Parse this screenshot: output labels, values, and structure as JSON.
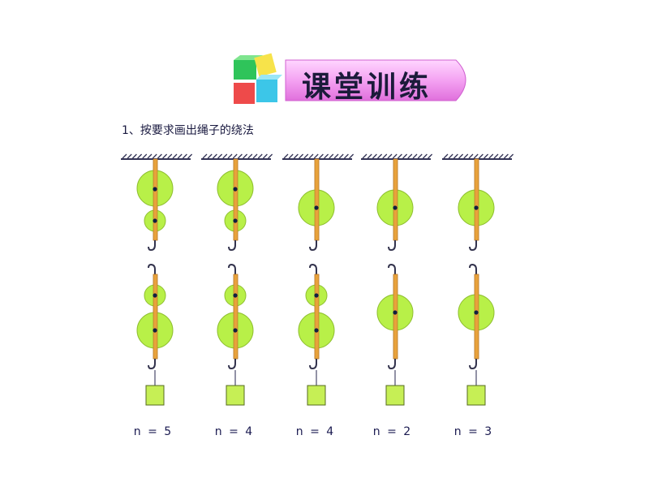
{
  "title": "课堂训练",
  "question": "1、按要求画出绳子的绕法",
  "pulley_systems": [
    {
      "label": "n = 5",
      "fixed_pulleys": 2,
      "movable_pulleys": 2
    },
    {
      "label": "n = 4",
      "fixed_pulleys": 2,
      "movable_pulleys": 2
    },
    {
      "label": "n = 4",
      "fixed_pulleys": 1,
      "movable_pulleys": 2
    },
    {
      "label": "n = 2",
      "fixed_pulleys": 1,
      "movable_pulleys": 1
    },
    {
      "label": "n = 3",
      "fixed_pulleys": 1,
      "movable_pulleys": 1
    }
  ],
  "colors": {
    "pulley": "#b8f048",
    "frame": "#e8a23c",
    "load": "#c6ef55",
    "title_banner": "#f2a0f0"
  }
}
